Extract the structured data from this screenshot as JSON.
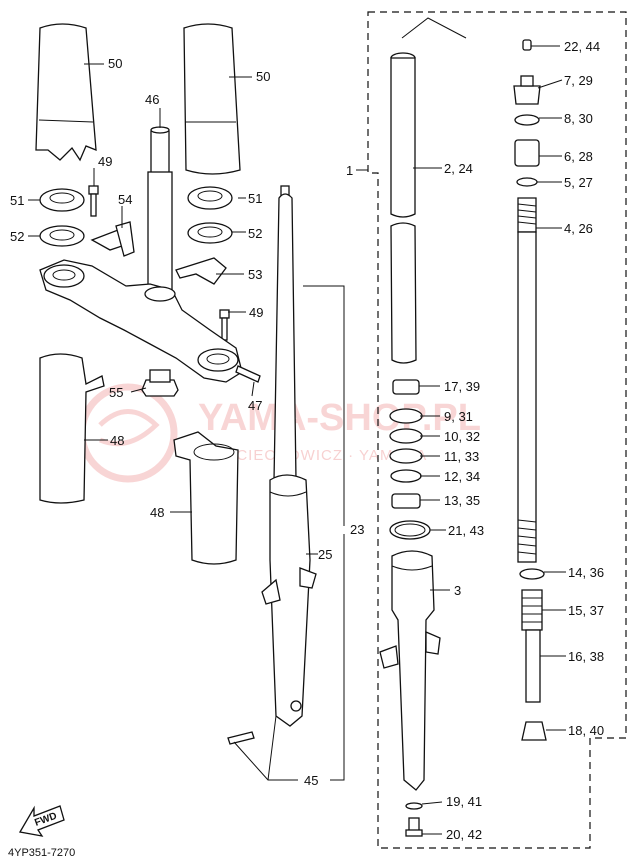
{
  "diagram_code": "4YP351-7270",
  "watermark": {
    "brand": "YAMA-SHOP.PL",
    "subtitle": "WOJCIECHOWICZ  ·  YAMAHA"
  },
  "fwd_label": "FWD",
  "labels": {
    "p50a": "50",
    "p50b": "50",
    "p46": "46",
    "p49a": "49",
    "p51a": "51",
    "p51b": "51",
    "p54": "54",
    "p52a": "52",
    "p52b": "52",
    "p53": "53",
    "p49b": "49",
    "p1": "1",
    "p55": "55",
    "p47": "47",
    "p48a": "48",
    "p48b": "48",
    "p23": "23",
    "p25": "25",
    "p45": "45",
    "p2_24": "2, 24",
    "p3": "3",
    "p4_26": "4, 26",
    "p5_27": "5, 27",
    "p6_28": "6, 28",
    "p7_29": "7, 29",
    "p8_30": "8, 30",
    "p9_31": "9, 31",
    "p10_32": "10, 32",
    "p11_33": "11, 33",
    "p12_34": "12, 34",
    "p13_35": "13, 35",
    "p14_36": "14, 36",
    "p15_37": "15, 37",
    "p16_38": "16, 38",
    "p17_39": "17, 39",
    "p18_40": "18, 40",
    "p19_41": "19, 41",
    "p20_42": "20, 42",
    "p21_43": "21, 43",
    "p22_44": "22, 44"
  }
}
